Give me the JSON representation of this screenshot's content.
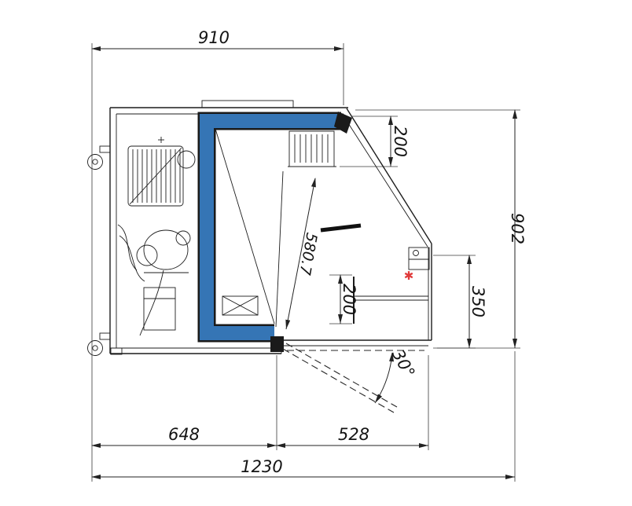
{
  "drawing": {
    "type": "technical-drawing",
    "view": "side-section-display-case",
    "colors": {
      "duct": "#3575b5",
      "line": "#1d1d1d",
      "marker": "#e03a3a",
      "background": "#ffffff"
    },
    "marker_glyph": "✱",
    "dimensions": {
      "top_width": "910",
      "rear_top_depth": "200",
      "overall_height": "902",
      "glass_length": "580.7",
      "shelf_gap": "200",
      "front_height": "350",
      "flap_angle": "30°",
      "base_rear": "648",
      "base_front": "528",
      "overall_width": "1230"
    }
  }
}
